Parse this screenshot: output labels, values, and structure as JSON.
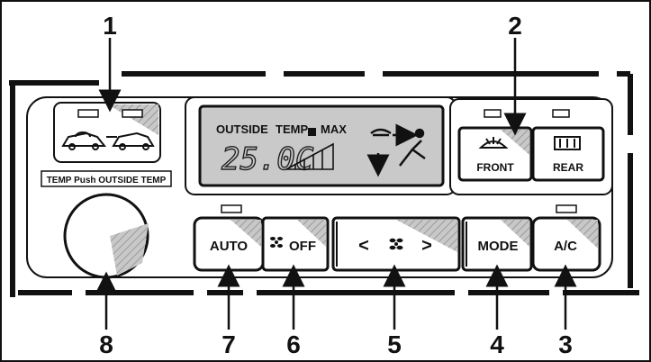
{
  "callouts": [
    "1",
    "2",
    "3",
    "4",
    "5",
    "6",
    "7",
    "8"
  ],
  "lcd": {
    "outside_label": "OUTSIDE",
    "temp_label": "TEMP",
    "max_label": "MAX",
    "temperature": "25.0C"
  },
  "defrost": {
    "front_label": "FRONT",
    "rear_label": "REAR"
  },
  "temp_knob_label": "TEMP Push OUTSIDE TEMP",
  "buttons": {
    "auto": "AUTO",
    "off": "OFF",
    "fan_left": "<",
    "fan_right": ">",
    "mode": "MODE",
    "ac": "A/C"
  },
  "colors": {
    "ink": "#111111",
    "shade": "#a9a9a9",
    "lcd_bg": "#c9c9c9"
  }
}
